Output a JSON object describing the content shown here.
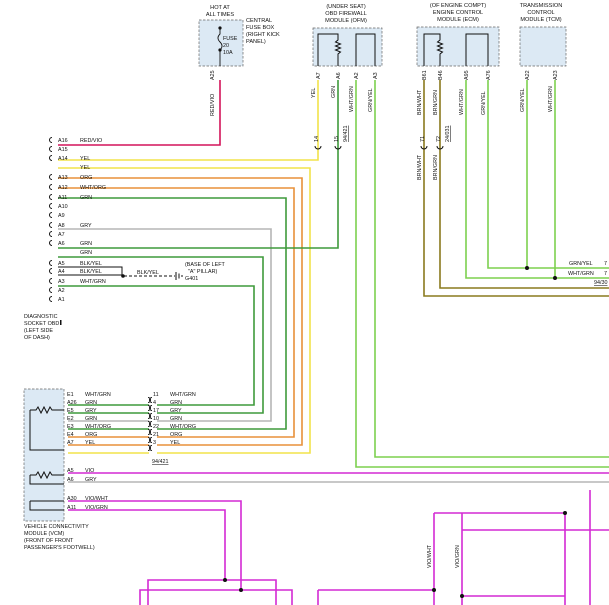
{
  "colors": {
    "red": "#d4145a",
    "yellow": "#f2e34a",
    "orange": "#e8913a",
    "green": "#3f9a3b",
    "gray": "#b5b5b5",
    "olive": "#8a7a1e",
    "lightgreen": "#7dd04f",
    "magenta": "#d42ad4",
    "black": "#111111",
    "box_fill": "#dce9f4"
  },
  "fuse_box": {
    "header": [
      "HOT AT",
      "ALL TIMES"
    ],
    "label": [
      "CENTRAL",
      "FUSE BOX",
      "(RIGHT KICK",
      "PANEL)"
    ],
    "fuse": [
      "FUSE",
      "20",
      "10A"
    ],
    "pin": "A25",
    "wire": "RED/VIO"
  },
  "ofm": {
    "label": [
      "(UNDER SEAT)",
      "OBD FIREWALL",
      "MODULE (OFM)"
    ],
    "pins": [
      "A7",
      "A6",
      "A2",
      "A3"
    ],
    "wires": [
      "YEL",
      "GRN",
      "WHT/GRN",
      "GRN/YEL"
    ],
    "conn_pins": [
      "14",
      "15"
    ],
    "conn_ref": "94/421"
  },
  "ecm": {
    "label": [
      "(OF ENGINE COMPT)",
      "ENGINE CONTROL",
      "MODULE (ECM)"
    ],
    "pins": [
      "B61",
      "B46",
      "A95",
      "A76"
    ],
    "wires": [
      "BRN/WHT",
      "BRN/GRN",
      "WHT/GRN",
      "GRN/YEL"
    ],
    "conn_pins": [
      "71",
      "72"
    ],
    "conn_ref": "24/031"
  },
  "tcm": {
    "label": [
      "TRANSMISSION",
      "CONTROL",
      "MODULE (TCM)"
    ],
    "pins": [
      "A22",
      "A23"
    ],
    "wires": [
      "GRN/YEL",
      "WHT/GRN"
    ]
  },
  "right_edge": {
    "wire1": "GRN/YEL",
    "pin1": "7",
    "wire2": "WHT/GRN",
    "pin2": "7",
    "ref": "94/30"
  },
  "obd": {
    "pins": [
      {
        "pin": "A16",
        "wire": "RED/VIO"
      },
      {
        "pin": "A15",
        "wire": ""
      },
      {
        "pin": "A14",
        "wire": "YEL"
      },
      {
        "pin": "",
        "wire": "YEL"
      },
      {
        "pin": "A13",
        "wire": "ORG"
      },
      {
        "pin": "A12",
        "wire": "WHT/ORG"
      },
      {
        "pin": "A11",
        "wire": "GRN"
      },
      {
        "pin": "A10",
        "wire": ""
      },
      {
        "pin": "A9",
        "wire": ""
      },
      {
        "pin": "A8",
        "wire": "GRY"
      },
      {
        "pin": "A7",
        "wire": ""
      },
      {
        "pin": "A6",
        "wire": "GRN"
      },
      {
        "pin": "",
        "wire": "GRN"
      },
      {
        "pin": "A5",
        "wire": "BLK/YEL"
      },
      {
        "pin": "A4",
        "wire": "BLK/YEL"
      },
      {
        "pin": "A3",
        "wire": "WHT/GRN"
      },
      {
        "pin": "A2",
        "wire": ""
      },
      {
        "pin": "A1",
        "wire": ""
      }
    ],
    "ground_wire": "BLK/YEL",
    "ground_label": [
      "(BASE OF LEFT",
      "\"A\" PILLAR)"
    ],
    "ground_id": "G401",
    "label": [
      "DIAGNOSTIC",
      "SOCKET OBD",
      "(LEFT SIDE",
      "OF DASH)"
    ]
  },
  "vcm": {
    "rows": [
      {
        "pin": "E1",
        "wire": "WHT/GRN",
        "cpin": "11",
        "cwire": "WHT/GRN"
      },
      {
        "pin": "A26",
        "wire": "GRN",
        "cpin": "4",
        "cwire": "GRN"
      },
      {
        "pin": "E5",
        "wire": "GRY",
        "cpin": "17",
        "cwire": "GRY"
      },
      {
        "pin": "E2",
        "wire": "GRN",
        "cpin": "10",
        "cwire": "GRN"
      },
      {
        "pin": "E3",
        "wire": "WHT/ORG",
        "cpin": "22",
        "cwire": "WHT/ORG"
      },
      {
        "pin": "E4",
        "wire": "ORG",
        "cpin": "21",
        "cwire": "ORG"
      },
      {
        "pin": "A7",
        "wire": "YEL",
        "cpin": "3",
        "cwire": "YEL"
      }
    ],
    "conn_ref": "94/421",
    "lower": [
      {
        "pin": "A5",
        "wire": "VIO"
      },
      {
        "pin": "A6",
        "wire": "GRY"
      },
      {
        "pin": "A30",
        "wire": "VIO/WHT"
      },
      {
        "pin": "A11",
        "wire": "VIO/GRN"
      }
    ],
    "label": [
      "VEHICLE CONNECTIVITY",
      "MODULE (VCM)",
      "(FRONT OF FRONT",
      "PASSENGER'S FOOTWELL)"
    ]
  },
  "bottom": {
    "wire1": "VIO/WHT",
    "wire2": "VIO/GRN"
  }
}
